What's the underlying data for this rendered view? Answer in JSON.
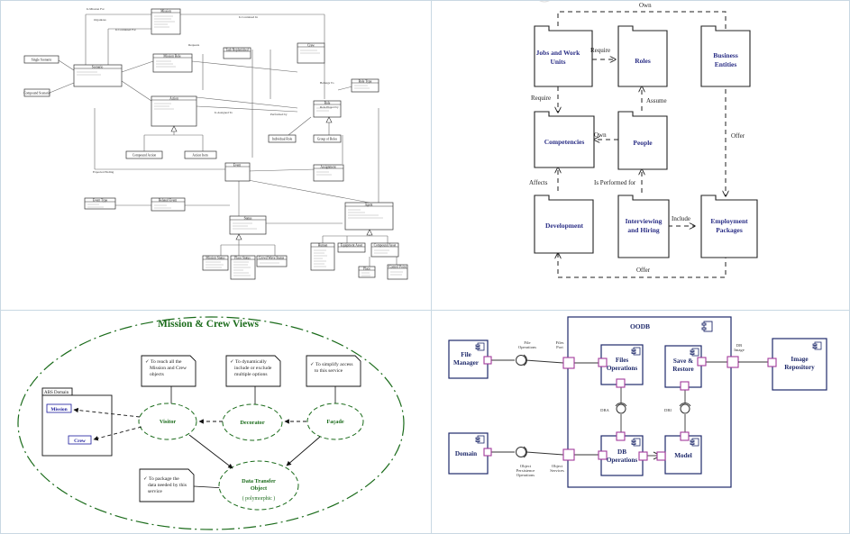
{
  "panel_uml": {
    "classes": {
      "mission": "Mission",
      "single_scenario": "Single Scenario",
      "compound_scenario": "Compound Scenario",
      "scenario": "Scenario",
      "mission_role": "Mission Role",
      "action": "Action",
      "task_replenished": "Task Replenished",
      "role": "Role",
      "crew": "Crew",
      "role_type": "Role Type",
      "individual_role": "Individual Role",
      "group_of_roles": "Group of Roles",
      "compound_action": "Compound Action",
      "action_item": "Action Item",
      "event_type": "Event Type",
      "related_event": "Related Event",
      "event": "Event",
      "assignment": "Assignment",
      "status": "Status",
      "agent": "Agent",
      "mission_status": "Mission Status",
      "place_status": "Place Status",
      "crowd_wave_status": "Crowd Wave Status",
      "human": "Human",
      "equipment_asset": "Equipment Asset",
      "compound_asset": "Compound Asset",
      "place": "Place",
      "control_point": "Control Point"
    },
    "labels": {
      "is_mission_for": "Is Mission For",
      "is_contained_in": "Is Contained In",
      "is_contained_for": "Is Contained For",
      "organizes": "Organizes",
      "expected_ending": "Expected Ending",
      "requests": "Requests",
      "is_assigned_to": "Is Assigned To",
      "belongs_to": "Belongs To",
      "performed_by": "Performed by",
      "role_played_by": "Role Played by"
    }
  },
  "panel_packages": {
    "nodes": {
      "jobs": "Jobs and Work Units",
      "roles": "Roles",
      "business": "Business Entities",
      "competencies": "Competencies",
      "people": "People",
      "development": "Development",
      "hiring": "Interviewing and Hiring",
      "packages": "Employment Packages"
    },
    "edges": {
      "own_top": "Own",
      "require_h": "Require",
      "require_v": "Require",
      "assume": "Assume",
      "own_mid": "Own",
      "offer_right": "Offer",
      "affects": "Affects",
      "is_performed_for": "Is Performed for",
      "include": "Include",
      "offer_bottom": "Offer"
    }
  },
  "panel_mission": {
    "title": "Mission & Crew Views",
    "notes": {
      "reach": "To reach all the Mission and Crew objects",
      "dynamic": "To dynamically include or exclude multiple options",
      "simplify": "To simplify access to this service",
      "package": "To package the data needed by this service"
    },
    "domain": {
      "title": "ABS Domain",
      "mission": "Mission",
      "crew": "Crew"
    },
    "patterns": {
      "visitor": "Visitor",
      "decorator": "Decorator",
      "facade": "Façade",
      "dto_line1": "Data Transfer",
      "dto_line2": "Object",
      "dto_line3": "( polymorphic )"
    }
  },
  "panel_components": {
    "oodb": "OODB",
    "file_manager": "File Manager",
    "files_operations": "Files Operations",
    "save_restore": "Save & Restore",
    "image_repository": "Image Repository",
    "domain": "Domain",
    "db_operations": "DB Operations",
    "model": "Model",
    "labels": {
      "file_operations": "File Operations",
      "files_port": "Files Port",
      "db_image": "DB Image",
      "dba": "DBA",
      "dbi": "DBI",
      "object_persistence": "Object Persistence Operations",
      "object_services": "Object Services"
    }
  },
  "colors": {
    "grid_line": "#c9d8e3",
    "navy": "#1f2a6b",
    "port_purple": "#a23a9c",
    "mission_green": "#1a6b1a"
  }
}
